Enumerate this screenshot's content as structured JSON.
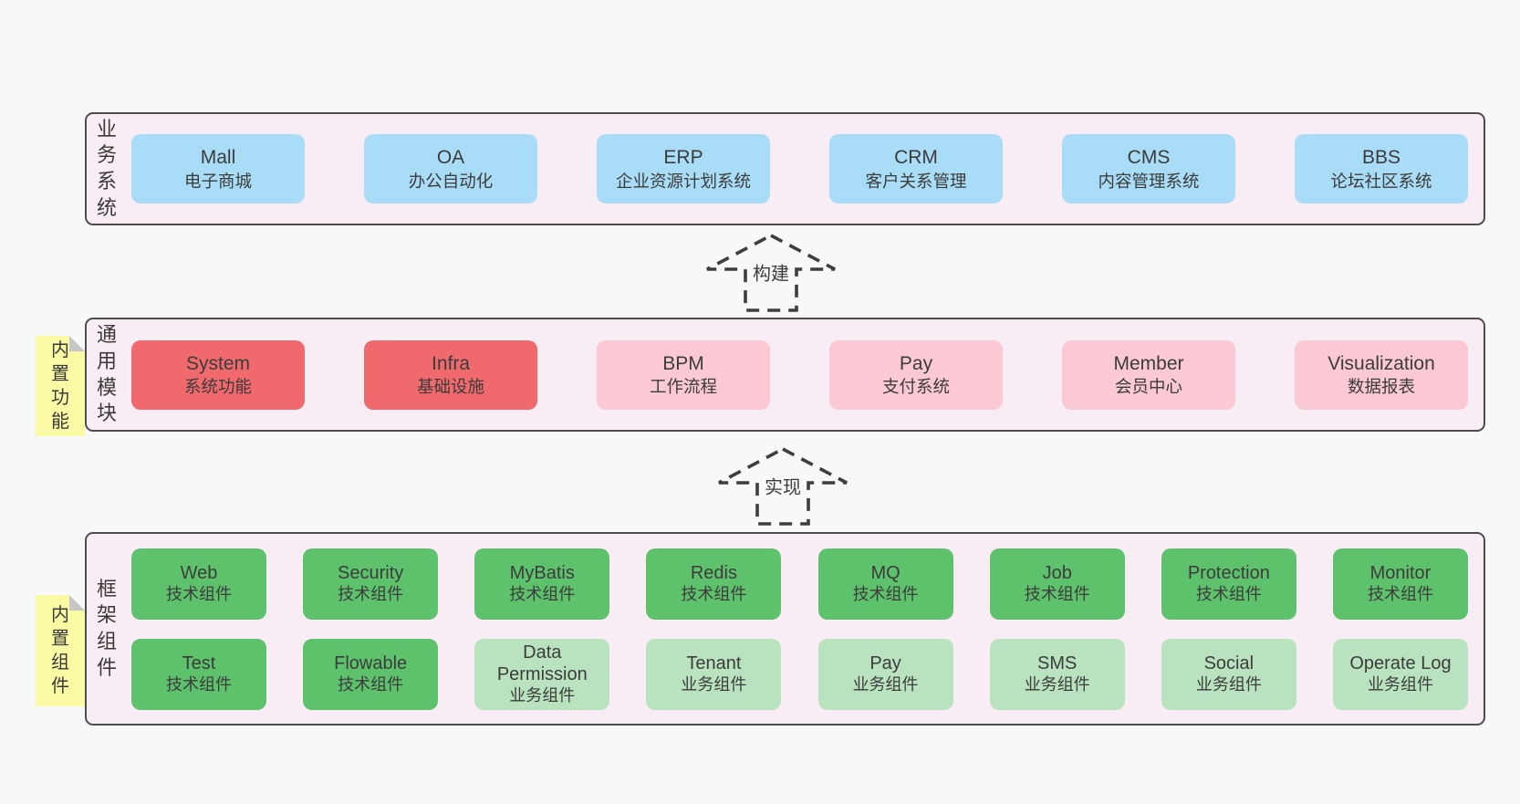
{
  "diagram_title": "",
  "layers": {
    "business": {
      "label": "业务系统",
      "boxes": [
        {
          "name": "Mall",
          "desc": "电子商城",
          "variant": "blue"
        },
        {
          "name": "OA",
          "desc": "办公自动化",
          "variant": "blue"
        },
        {
          "name": "ERP",
          "desc": "企业资源计划系统",
          "variant": "blue"
        },
        {
          "name": "CRM",
          "desc": "客户关系管理",
          "variant": "blue"
        },
        {
          "name": "CMS",
          "desc": "内容管理系统",
          "variant": "blue"
        },
        {
          "name": "BBS",
          "desc": "论坛社区系统",
          "variant": "blue"
        }
      ]
    },
    "modules": {
      "label": "通用模块",
      "sticky": "内置功能",
      "boxes": [
        {
          "name": "System",
          "desc": "系统功能",
          "variant": "red"
        },
        {
          "name": "Infra",
          "desc": "基础设施",
          "variant": "red"
        },
        {
          "name": "BPM",
          "desc": "工作流程",
          "variant": "pink"
        },
        {
          "name": "Pay",
          "desc": "支付系统",
          "variant": "pink"
        },
        {
          "name": "Member",
          "desc": "会员中心",
          "variant": "pink"
        },
        {
          "name": "Visualization",
          "desc": "数据报表",
          "variant": "pink"
        }
      ]
    },
    "components": {
      "label": "框架组件",
      "sticky": "内置组件",
      "row1": [
        {
          "name": "Web",
          "desc": "技术组件",
          "variant": "green"
        },
        {
          "name": "Security",
          "desc": "技术组件",
          "variant": "green"
        },
        {
          "name": "MyBatis",
          "desc": "技术组件",
          "variant": "green"
        },
        {
          "name": "Redis",
          "desc": "技术组件",
          "variant": "green"
        },
        {
          "name": "MQ",
          "desc": "技术组件",
          "variant": "green"
        },
        {
          "name": "Job",
          "desc": "技术组件",
          "variant": "green"
        },
        {
          "name": "Protection",
          "desc": "技术组件",
          "variant": "green"
        },
        {
          "name": "Monitor",
          "desc": "技术组件",
          "variant": "green"
        }
      ],
      "row2": [
        {
          "name": "Test",
          "desc": "技术组件",
          "variant": "green"
        },
        {
          "name": "Flowable",
          "desc": "技术组件",
          "variant": "green"
        },
        {
          "name": "Data Permission",
          "desc": "业务组件",
          "variant": "lightgreen"
        },
        {
          "name": "Tenant",
          "desc": "业务组件",
          "variant": "lightgreen"
        },
        {
          "name": "Pay",
          "desc": "业务组件",
          "variant": "lightgreen"
        },
        {
          "name": "SMS",
          "desc": "业务组件",
          "variant": "lightgreen"
        },
        {
          "name": "Social",
          "desc": "业务组件",
          "variant": "lightgreen"
        },
        {
          "name": "Operate Log",
          "desc": "业务组件",
          "variant": "lightgreen"
        }
      ]
    }
  },
  "arrows": [
    {
      "label": "构建"
    },
    {
      "label": "实现"
    }
  ],
  "colors": {
    "page_bg": "#f8f8f8",
    "panel_bg": "#f8edf5",
    "panel_border": "#4d4d4d",
    "blue_box": "#a9dcf6",
    "red_box": "#f0696c",
    "pink_box": "#fac9d3",
    "green_box": "#5ec26d",
    "light_green_box": "#b9e2bf",
    "sticky_note": "#fafaa4",
    "sticky_fold": "#c6c6c6",
    "text": "#3c3c3c"
  }
}
